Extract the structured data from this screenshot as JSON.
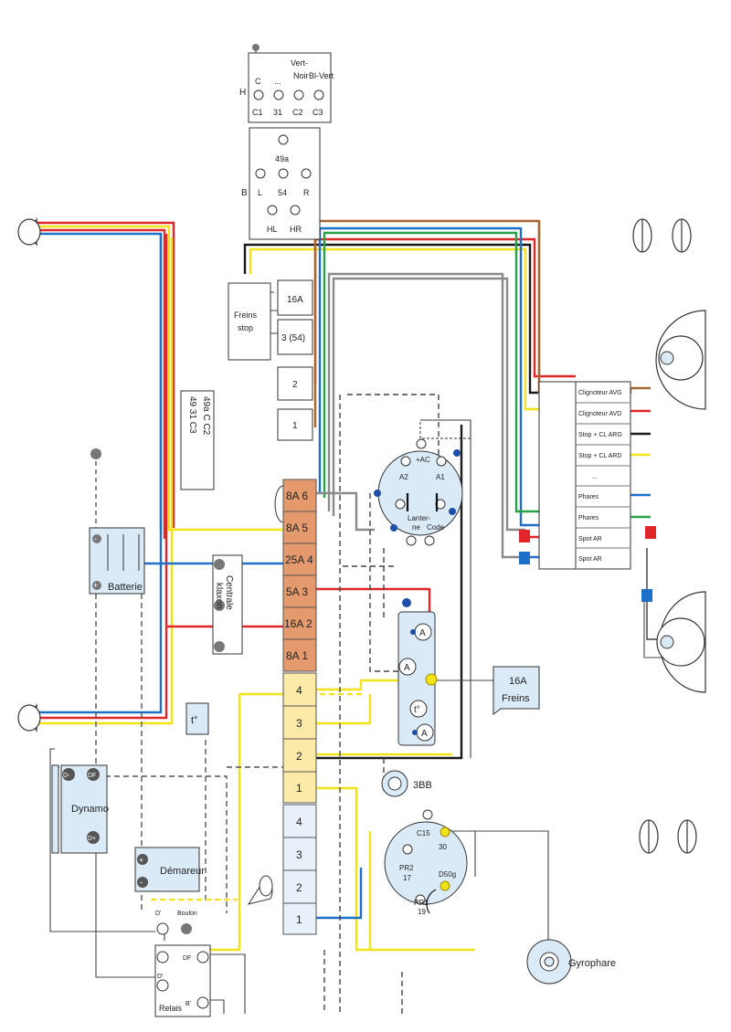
{
  "colors": {
    "red": "#e0262b",
    "yellow": "#f2e21a",
    "blue": "#1e6fc8",
    "green": "#27a24a",
    "black": "#1a1a1a",
    "brown": "#a5672f",
    "grey": "#8a8a8a",
    "orange_box": "#e49a6c",
    "cream_box": "#fbeaa8",
    "light_blue": "#dbeaf7"
  },
  "top_connector_h": {
    "row_label": "H",
    "col1_top": "C",
    "col2_top": "...",
    "col3_top": "Vert-\nNoir",
    "col3_top_a": "Vert-",
    "col3_top_b": "Noir",
    "col4_top": "Bl-Vert",
    "bottom": [
      "C1",
      "31",
      "C2",
      "C3"
    ]
  },
  "top_connector_b": {
    "row_label": "B",
    "labels": {
      "49a": "49a",
      "L": "L",
      "54": "54",
      "R": "R",
      "HL": "HL",
      "HR": "HR"
    }
  },
  "freins_stop": {
    "line1": "Freins",
    "line2": "stop"
  },
  "fuse_small": [
    "16A",
    "3 (54)",
    "2",
    "1"
  ],
  "rotated_labels": {
    "line1": "49a C C2",
    "line2": "49 31 C3"
  },
  "fuse_block_orange": [
    "8A 6",
    "8A 5",
    "25A 4",
    "5A 3",
    "16A 2",
    "8A 1"
  ],
  "fuse_block_cream": [
    "4",
    "3",
    "2",
    "1"
  ],
  "fuse_block_blue": [
    "4",
    "3",
    "2",
    "1"
  ],
  "batterie": {
    "label": "Batterie",
    "minus": "-",
    "plus": "+"
  },
  "centrale_klaxon": {
    "line1": "Centrale",
    "line2": "klaxon"
  },
  "switch_top": {
    "ac": "+AC",
    "a2": "A2",
    "a1": "A1",
    "lanterne_a": "Lanter-",
    "lanterne_b": "ne",
    "code": "Code"
  },
  "switch_mid": {
    "a": "A",
    "t": "t°"
  },
  "label_16a_freins": {
    "line1": "16A",
    "line2": "Freins"
  },
  "label_3bb": "3BB",
  "switch_bottom": {
    "c15": "C15",
    "n30": "30",
    "pr2": "PR2",
    "n17": "17",
    "d50g": "D50g",
    "pr1": "PR1",
    "n19": "19"
  },
  "gyrophare": "Gyrophare",
  "temp": "t°",
  "dynamo": {
    "label": "Dynamo",
    "dminus": "D-",
    "df": "DF",
    "dplus": "D+"
  },
  "demareur": {
    "label": "Démareur",
    "plus": "+",
    "minus": "-"
  },
  "relais": {
    "label": "Relais",
    "d1": "D'",
    "boulon": "Boulon",
    "df": "DF",
    "d2": "D'",
    "b": "B'"
  },
  "right_connector": [
    "Clignoteur AVG",
    "Clignoteur AVD",
    "Stop + CL ARG",
    "Stop + CL ARD",
    "...",
    "Phares",
    "Phares",
    "Spot AR",
    "Spot AR"
  ]
}
